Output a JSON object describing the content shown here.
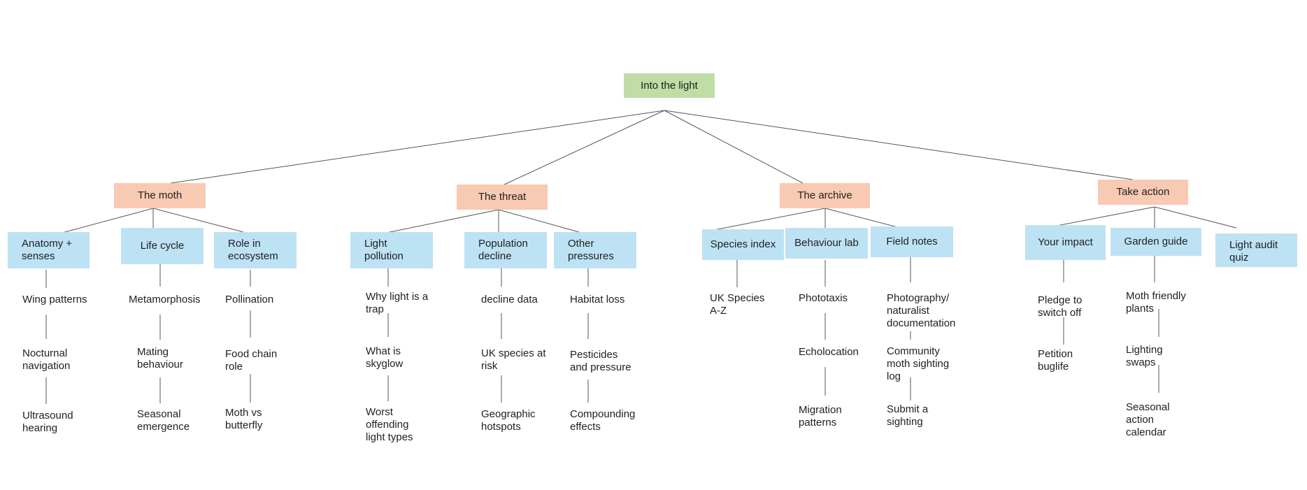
{
  "colors": {
    "root": "#bfdda5",
    "section": "#f8c9b3",
    "page": "#bde2f4",
    "connector": "#555555"
  },
  "root": {
    "label": "Into the light"
  },
  "sections": [
    {
      "label": "The moth"
    },
    {
      "label": "The threat"
    },
    {
      "label": "The archive"
    },
    {
      "label": "Take action"
    }
  ],
  "pages": [
    {
      "lines": [
        "Anatomy +",
        "senses"
      ]
    },
    {
      "lines": [
        "Life cycle"
      ]
    },
    {
      "lines": [
        "Role in",
        "ecosystem"
      ]
    },
    {
      "lines": [
        "Light",
        "pollution"
      ]
    },
    {
      "lines": [
        "Population",
        "decline"
      ]
    },
    {
      "lines": [
        "Other",
        "pressures"
      ]
    },
    {
      "lines": [
        "Species index"
      ]
    },
    {
      "lines": [
        "Behaviour lab"
      ]
    },
    {
      "lines": [
        "Field notes"
      ]
    },
    {
      "lines": [
        "Your impact"
      ]
    },
    {
      "lines": [
        "Garden guide"
      ]
    },
    {
      "lines": [
        "Light audit",
        "quiz"
      ]
    }
  ],
  "items": [
    {
      "lines": [
        "Wing patterns"
      ]
    },
    {
      "lines": [
        "Nocturnal",
        "navigation"
      ]
    },
    {
      "lines": [
        "Ultrasound",
        "hearing"
      ]
    },
    {
      "lines": [
        "Metamorphosis"
      ]
    },
    {
      "lines": [
        "Mating",
        "behaviour"
      ]
    },
    {
      "lines": [
        "Seasonal",
        "emergence"
      ]
    },
    {
      "lines": [
        "Pollination"
      ]
    },
    {
      "lines": [
        "Food chain",
        "role"
      ]
    },
    {
      "lines": [
        "Moth vs",
        "butterfly"
      ]
    },
    {
      "lines": [
        "Why light is a",
        "trap"
      ]
    },
    {
      "lines": [
        "What is",
        "skyglow"
      ]
    },
    {
      "lines": [
        "Worst",
        "offending",
        "light types"
      ]
    },
    {
      "lines": [
        "decline data"
      ]
    },
    {
      "lines": [
        "UK species at",
        "risk"
      ]
    },
    {
      "lines": [
        "Geographic",
        "hotspots"
      ]
    },
    {
      "lines": [
        "Habitat loss"
      ]
    },
    {
      "lines": [
        "Pesticides",
        "and pressure"
      ]
    },
    {
      "lines": [
        "Compounding",
        "effects"
      ]
    },
    {
      "lines": [
        "UK Species",
        "A-Z"
      ]
    },
    {
      "lines": [
        "Phototaxis"
      ]
    },
    {
      "lines": [
        "Echolocation"
      ]
    },
    {
      "lines": [
        "Migration",
        "patterns"
      ]
    },
    {
      "lines": [
        "Photography/",
        "naturalist",
        "documentation"
      ]
    },
    {
      "lines": [
        "Community",
        "moth sighting",
        "log"
      ]
    },
    {
      "lines": [
        "Submit a",
        "sighting"
      ]
    },
    {
      "lines": [
        "Pledge to",
        "switch off"
      ]
    },
    {
      "lines": [
        "Petition",
        "buglife"
      ]
    },
    {
      "lines": [
        "Moth friendly",
        "plants"
      ]
    },
    {
      "lines": [
        "Lighting",
        "swaps"
      ]
    },
    {
      "lines": [
        "Seasonal",
        "action",
        "calendar"
      ]
    }
  ]
}
